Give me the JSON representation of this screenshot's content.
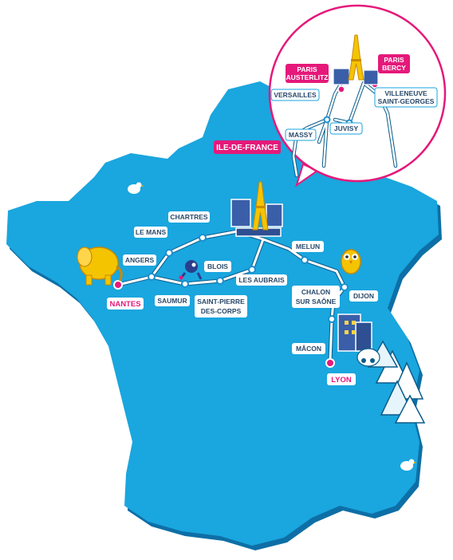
{
  "colors": {
    "sea_map": "#1aa6de",
    "map_shadow": "#0d6fa6",
    "route": "#ffffff",
    "route_stroke": "#0a5c8c",
    "label_bg": "#ffffff",
    "label_text": "#2a4a6b",
    "accent_pink": "#e5197a",
    "stop_dot": "#1a8fcf"
  },
  "region_title": "ILE-DE-FRANCE",
  "cities": {
    "nantes": "NANTES",
    "angers": "ANGERS",
    "le_mans": "LE MANS",
    "chartres": "CHARTRES",
    "blois": "BLOIS",
    "saumur": "SAUMUR",
    "les_aubrais": "LES AUBRAIS",
    "spdc_line1": "SAINT-PIERRE",
    "spdc_line2": "DES-CORPS",
    "melun": "MELUN",
    "chalon_line1": "CHALON",
    "chalon_line2": "SUR SAÔNE",
    "dijon": "DIJON",
    "macon": "MÂCON",
    "lyon": "LYON"
  },
  "paris_inset": {
    "austerlitz_line1": "PARIS",
    "austerlitz_line2": "AUSTERLITZ",
    "bercy_line1": "PARIS",
    "bercy_line2": "BERCY",
    "versailles": "VERSAILLES",
    "massy": "MASSY",
    "juvisy": "JUVISY",
    "villeneuve_line1": "VILLENEUVE",
    "villeneuve_line2": "SAINT-GEORGES"
  },
  "icons": [
    "eiffel-tower-icon",
    "elephant-icon",
    "owl-icon",
    "bird-icon",
    "mountain-icon",
    "building-icon",
    "mascot-icon"
  ]
}
